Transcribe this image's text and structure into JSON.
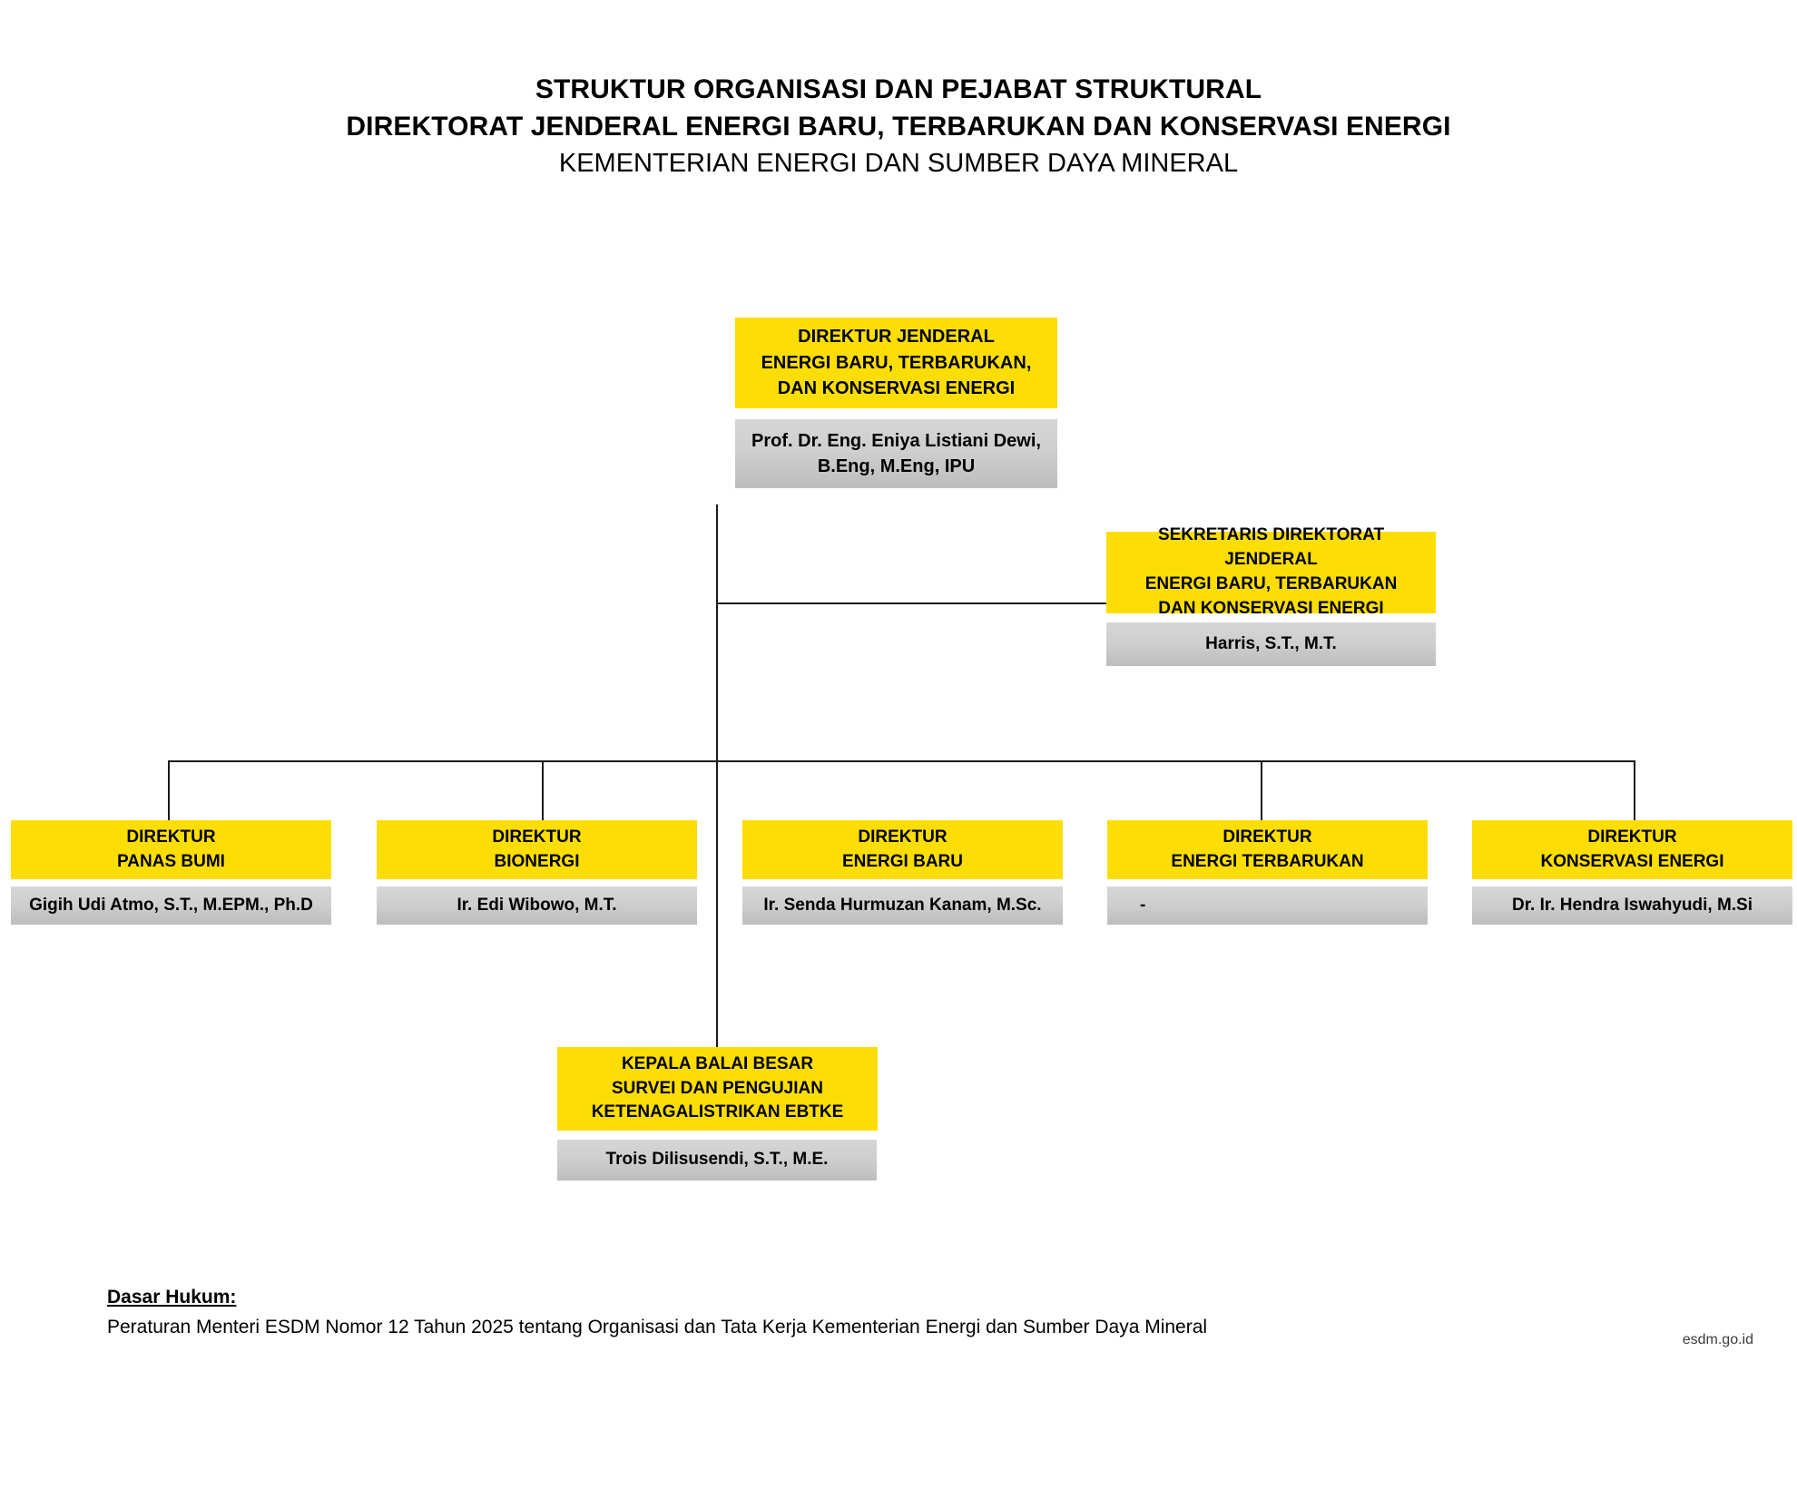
{
  "header": {
    "line1": "STRUKTUR ORGANISASI DAN PEJABAT STRUKTURAL",
    "line2": "DIREKTORAT JENDERAL ENERGI BARU, TERBARUKAN DAN KONSERVASI ENERGI",
    "line3": "KEMENTERIAN ENERGI DAN SUMBER DAYA MINERAL"
  },
  "colors": {
    "title_box": "#FCDE06",
    "name_box": "#CCCCCC",
    "connector": "#1A1A1A",
    "text": "#000000"
  },
  "chart": {
    "director_general": {
      "title_lines": [
        "DIREKTUR JENDERAL",
        "ENERGI BARU, TERBARUKAN,",
        "DAN KONSERVASI ENERGI"
      ],
      "name_lines": [
        "Prof. Dr. Eng. Eniya Listiani Dewi,",
        "B.Eng, M.Eng, IPU"
      ]
    },
    "secretary": {
      "title_lines": [
        "SEKRETARIS DIREKTORAT JENDERAL",
        "ENERGI BARU, TERBARUKAN",
        "DAN KONSERVASI ENERGI"
      ],
      "name_lines": [
        "Harris, S.T., M.T."
      ]
    },
    "directorates": [
      {
        "title_lines": [
          "DIREKTUR",
          "PANAS BUMI"
        ],
        "name_lines": [
          "Gigih Udi Atmo, S.T., M.EPM., Ph.D"
        ],
        "vacant": false
      },
      {
        "title_lines": [
          "DIREKTUR",
          "BIONERGI"
        ],
        "name_lines": [
          "Ir. Edi Wibowo, M.T."
        ],
        "vacant": false
      },
      {
        "title_lines": [
          "DIREKTUR",
          "ENERGI BARU"
        ],
        "name_lines": [
          "Ir. Senda Hurmuzan Kanam, M.Sc."
        ],
        "vacant": false
      },
      {
        "title_lines": [
          "DIREKTUR",
          "ENERGI TERBARUKAN"
        ],
        "name_lines": [
          "-"
        ],
        "vacant": true
      },
      {
        "title_lines": [
          "DIREKTUR",
          "KONSERVASI ENERGI"
        ],
        "name_lines": [
          "Dr. Ir. Hendra Iswahyudi, M.Si"
        ],
        "vacant": false
      }
    ],
    "technical_unit": {
      "title_lines": [
        "KEPALA BALAI BESAR",
        "SURVEI DAN PENGUJIAN",
        "KETENAGALISTRIKAN EBTKE"
      ],
      "name_lines": [
        "Trois Dilisusendi, S.T., M.E."
      ]
    }
  },
  "footer": {
    "heading": "Dasar Hukum:",
    "text": "Peraturan Menteri ESDM Nomor 12 Tahun 2025 tentang Organisasi dan Tata Kerja Kementerian Energi dan Sumber Daya Mineral",
    "watermark": "esdm.go.id"
  }
}
